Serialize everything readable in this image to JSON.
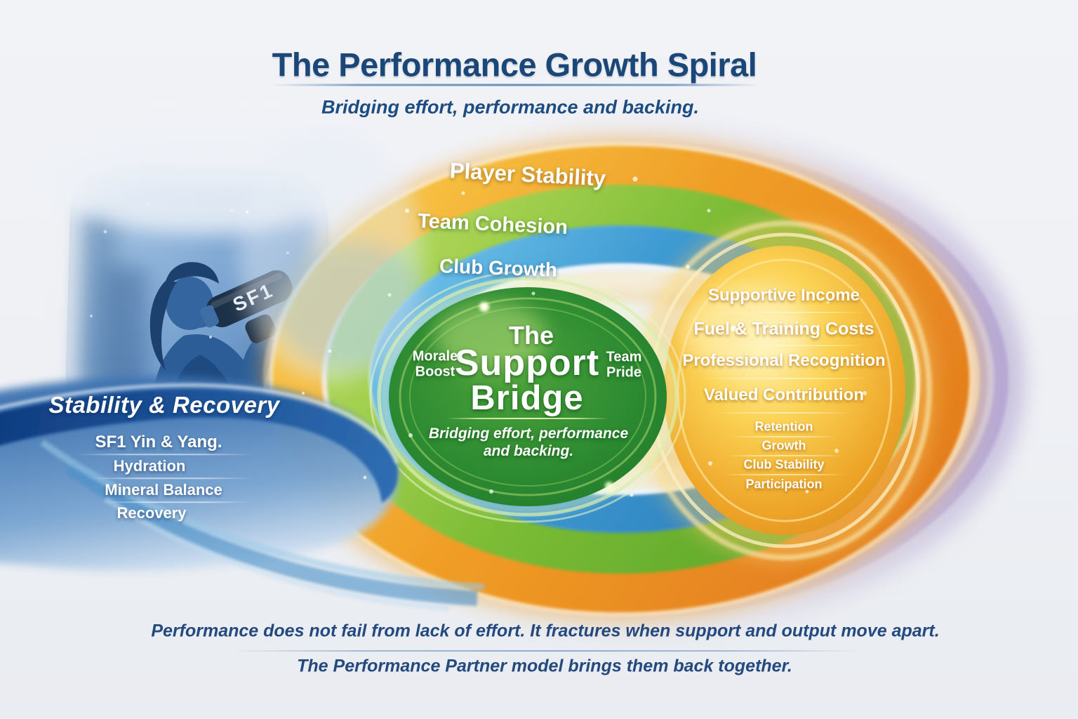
{
  "header": {
    "title": "The Performance Growth Spiral",
    "subtitle": "Bridging effort, performance and backing."
  },
  "spiral": {
    "rings": [
      {
        "label": "Player Stability",
        "color": "#ef9d26"
      },
      {
        "label": "Team Cohesion",
        "color": "#6ab32e"
      },
      {
        "label": "Club Growth",
        "color": "#3d9ad2"
      }
    ],
    "center": {
      "line1": "The",
      "line2": "Support",
      "line3": "Bridge",
      "left_note": "Morale Boost",
      "right_note": "Team Pride",
      "caption": "Bridging effort, performance and backing.",
      "color": "#2c8a31"
    }
  },
  "income_circle": {
    "color": "#f3b83c",
    "items": [
      "Supportive Income",
      "Fuel & Training Costs",
      "Professional Recognition",
      "Valued Contribution"
    ],
    "sub_items": [
      "Retention",
      "Growth",
      "Club Stability",
      "Participation"
    ]
  },
  "recovery_panel": {
    "title": "Stability & Recovery",
    "color": "#1c4f97",
    "items": [
      "SF1 Yin & Yang.",
      "Hydration",
      "Mineral Balance",
      "Recovery"
    ]
  },
  "photo": {
    "bottle_label": "SF1"
  },
  "footer": {
    "line1": "Performance does not fail from lack of effort. It fractures when support and output move apart.",
    "line2": "The Performance Partner model brings them back together."
  },
  "colors": {
    "accent_navy": "#1b4778",
    "outer_purple": "#9d89c4",
    "background": "#eef0f4"
  }
}
